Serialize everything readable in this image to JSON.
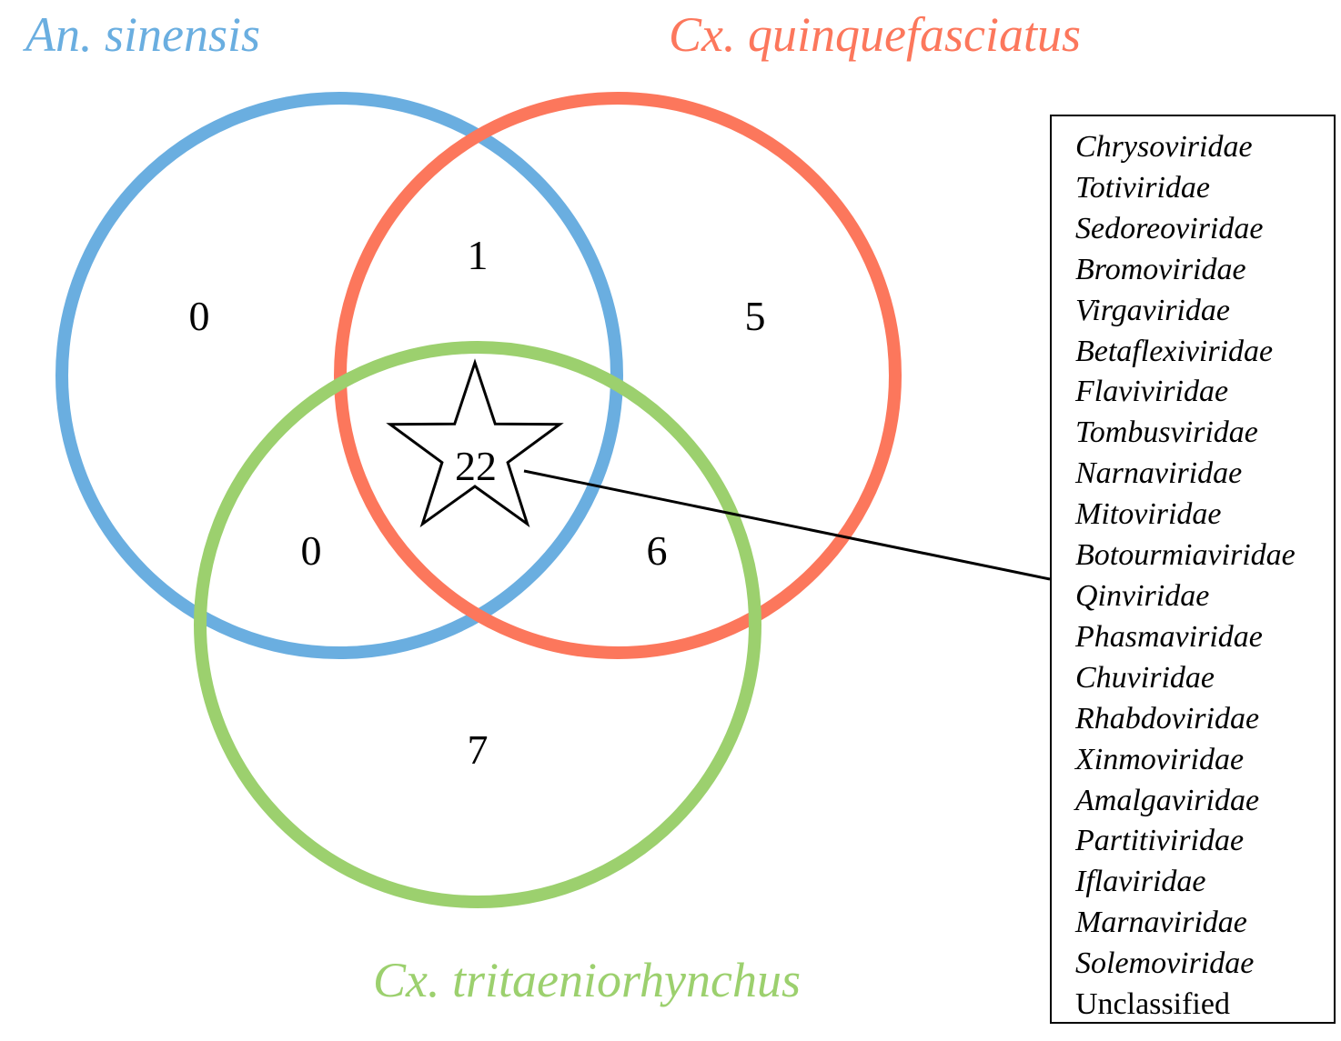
{
  "sets": [
    {
      "name": "An. sinensis",
      "color": "#6aaee0"
    },
    {
      "name": "Cx. quinquefasciatus",
      "color": "#fc775c"
    },
    {
      "name": "Cx. tritaeniorhynchus",
      "color": "#9cd06e"
    }
  ],
  "regions": {
    "a_only": "0",
    "b_only": "5",
    "c_only": "7",
    "ab": "1",
    "ac": "0",
    "bc": "6",
    "abc": "22"
  },
  "families": [
    {
      "name": "Chrysoviridae",
      "italic": true
    },
    {
      "name": "Totiviridae",
      "italic": true
    },
    {
      "name": "Sedoreoviridae",
      "italic": true
    },
    {
      "name": "Bromoviridae",
      "italic": true
    },
    {
      "name": "Virgaviridae",
      "italic": true
    },
    {
      "name": "Betaflexiviridae",
      "italic": true
    },
    {
      "name": "Flaviviridae",
      "italic": true
    },
    {
      "name": "Tombusviridae",
      "italic": true
    },
    {
      "name": "Narnaviridae",
      "italic": true
    },
    {
      "name": "Mitoviridae",
      "italic": true
    },
    {
      "name": "Botourmiaviridae",
      "italic": true
    },
    {
      "name": "Qinviridae",
      "italic": true
    },
    {
      "name": "Phasmaviridae",
      "italic": true
    },
    {
      "name": "Chuviridae",
      "italic": true
    },
    {
      "name": "Rhabdoviridae",
      "italic": true
    },
    {
      "name": "Xinmoviridae",
      "italic": true
    },
    {
      "name": "Amalgaviridae",
      "italic": true
    },
    {
      "name": "Partitiviridae",
      "italic": true
    },
    {
      "name": "Iflaviridae",
      "italic": true
    },
    {
      "name": "Marnaviridae",
      "italic": true
    },
    {
      "name": "Solemoviridae",
      "italic": true
    },
    {
      "name": "Unclassified",
      "italic": false
    }
  ]
}
